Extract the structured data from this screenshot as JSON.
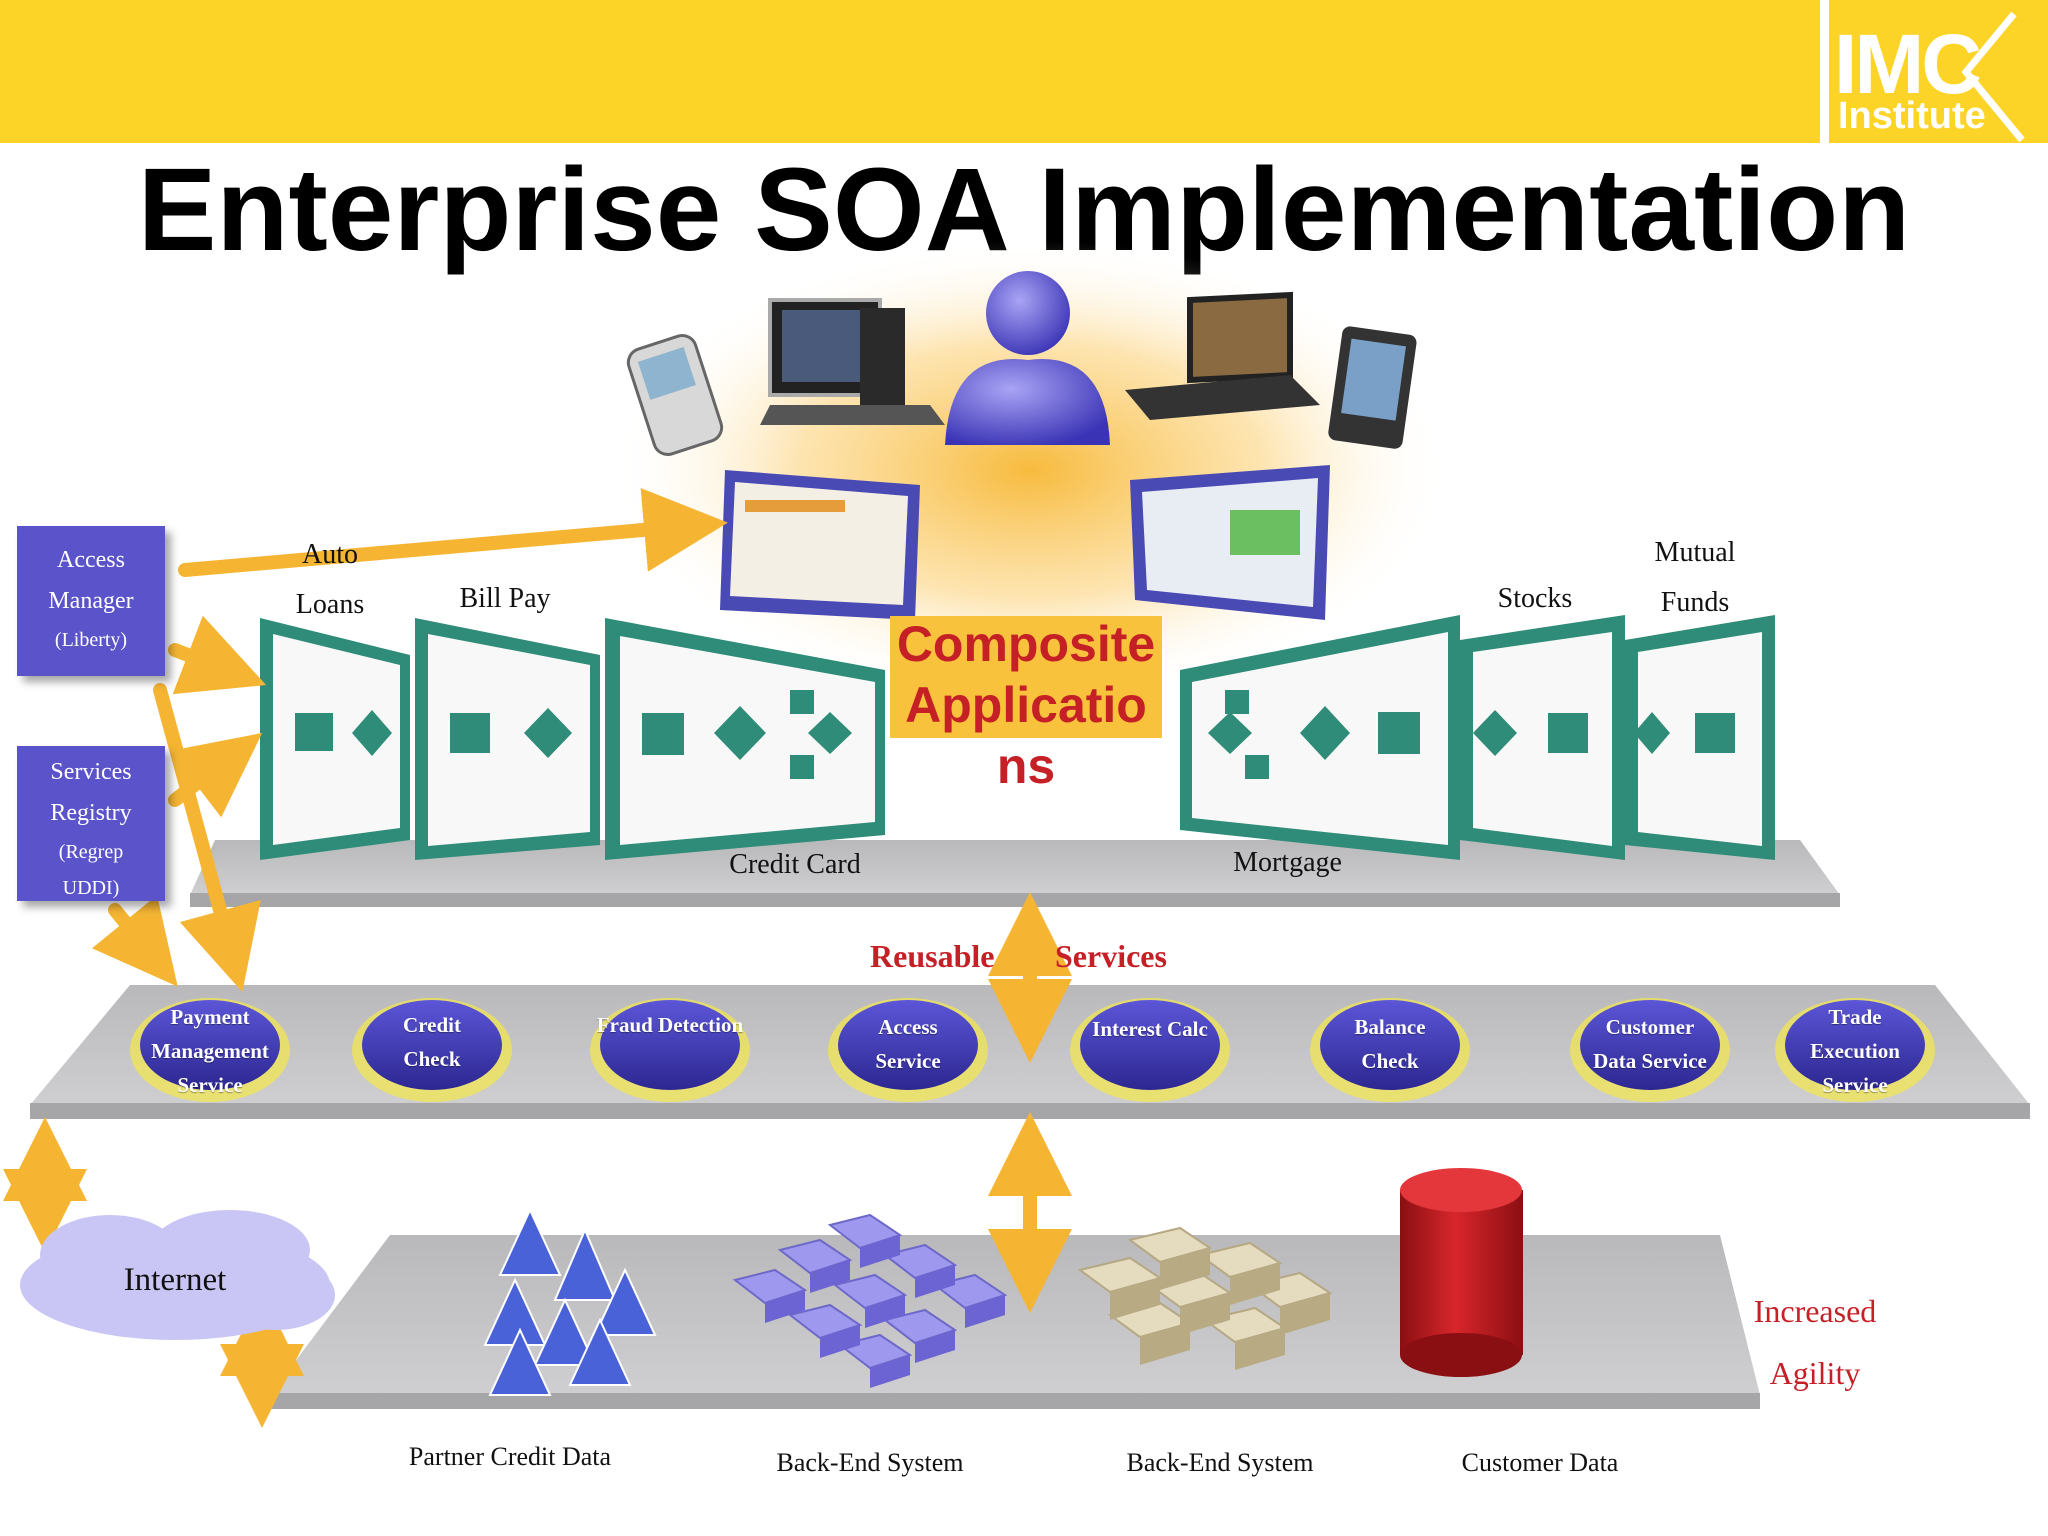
{
  "title": "Enterprise SOA Implementation",
  "logo": {
    "line1": "IMC",
    "line2": "Institute"
  },
  "side_boxes": {
    "access_manager": [
      "Access",
      "Manager",
      "(Liberty)"
    ],
    "services_registry": [
      "Services",
      "Registry",
      "(Regrep",
      "UDDI)"
    ]
  },
  "composite": {
    "label": "Composite Applicatio ns",
    "lines": [
      "Composite",
      "Applicatio",
      "ns"
    ],
    "apps": {
      "auto_loans": [
        "Auto",
        "Loans"
      ],
      "bill_pay": "Bill Pay",
      "credit_card": "Credit Card",
      "mortgage": "Mortgage",
      "stocks": "Stocks",
      "mutual_funds": [
        "Mutual",
        "Funds"
      ]
    }
  },
  "reusable_services": {
    "left_label": "Reusable",
    "right_label": "Services",
    "items": [
      [
        "Payment",
        "Management",
        "Service"
      ],
      [
        "Credit",
        "Check"
      ],
      [
        "Fraud Detection"
      ],
      [
        "Access",
        "Service"
      ],
      [
        "Interest Calc"
      ],
      [
        "Balance",
        "Check"
      ],
      [
        "Customer",
        "Data Service"
      ],
      [
        "Trade",
        "Execution",
        "Service"
      ]
    ]
  },
  "backend": {
    "internet": "Internet",
    "labels": [
      "Partner Credit Data",
      "Back-End System",
      "Back-End System",
      "Customer Data"
    ]
  },
  "agility": [
    "Increased",
    "Agility"
  ],
  "colors": {
    "banner": "#fcd427",
    "accent_red": "#c62027",
    "service_purple": "#3b35b0",
    "arrow_orange": "#f5b533",
    "box_purple": "#5a53c9",
    "frame_green": "#2e8c78"
  }
}
